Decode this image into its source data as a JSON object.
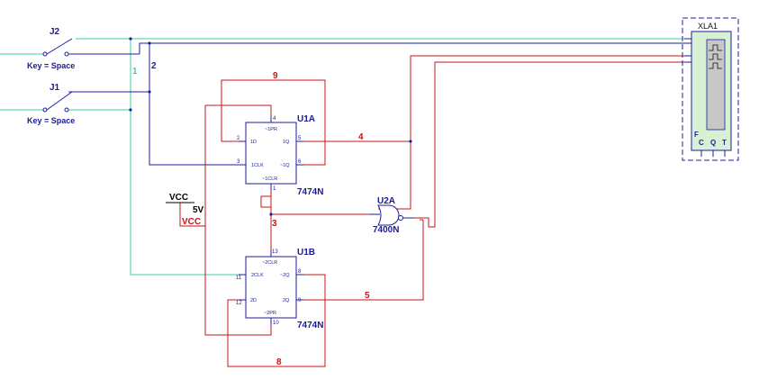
{
  "colors": {
    "background": "#ffffff",
    "wire_green": "#3bd3a0",
    "wire_blue": "#1c1ca8",
    "wire_red": "#c81414",
    "component": "#1c1c9c",
    "label_blue": "#1a1a9a"
  },
  "switches": {
    "j2": {
      "name": "J2",
      "key": "Key = Space"
    },
    "j1": {
      "name": "J1",
      "key": "Key = Space"
    }
  },
  "nets": {
    "n1": "1",
    "n2": "2",
    "n3": "3",
    "n4": "4",
    "n5": "5",
    "n8": "8",
    "n9": "9"
  },
  "vcc": {
    "symbol_label": "VCC",
    "voltage": "5V",
    "net_label": "VCC"
  },
  "u1a": {
    "ref": "U1A",
    "part": "7474N",
    "pins": {
      "pr": "~1PR",
      "d": "1D",
      "q": "1Q",
      "clk": "1CLK",
      "qn": "~1Q",
      "clr": "~1CLR"
    },
    "pin_numbers": {
      "p4": "4",
      "p2": "2",
      "p5": "5",
      "p3": "3",
      "p6": "6",
      "p1": "1"
    }
  },
  "u1b": {
    "ref": "U1B",
    "part": "7474N",
    "pins": {
      "clr": "~2CLR",
      "clk": "2CLK",
      "qn": "~2Q",
      "d": "2D",
      "q": "2Q",
      "pr": "~2PR"
    },
    "pin_numbers": {
      "p13": "13",
      "p11": "11",
      "p8": "8",
      "p12": "12",
      "p9": "9",
      "p10": "10"
    }
  },
  "u2a": {
    "ref": "U2A",
    "part": "7400N"
  },
  "xla1": {
    "ref": "XLA1",
    "terminals": {
      "c": "C",
      "q": "Q",
      "t": "T",
      "f": "F"
    }
  }
}
